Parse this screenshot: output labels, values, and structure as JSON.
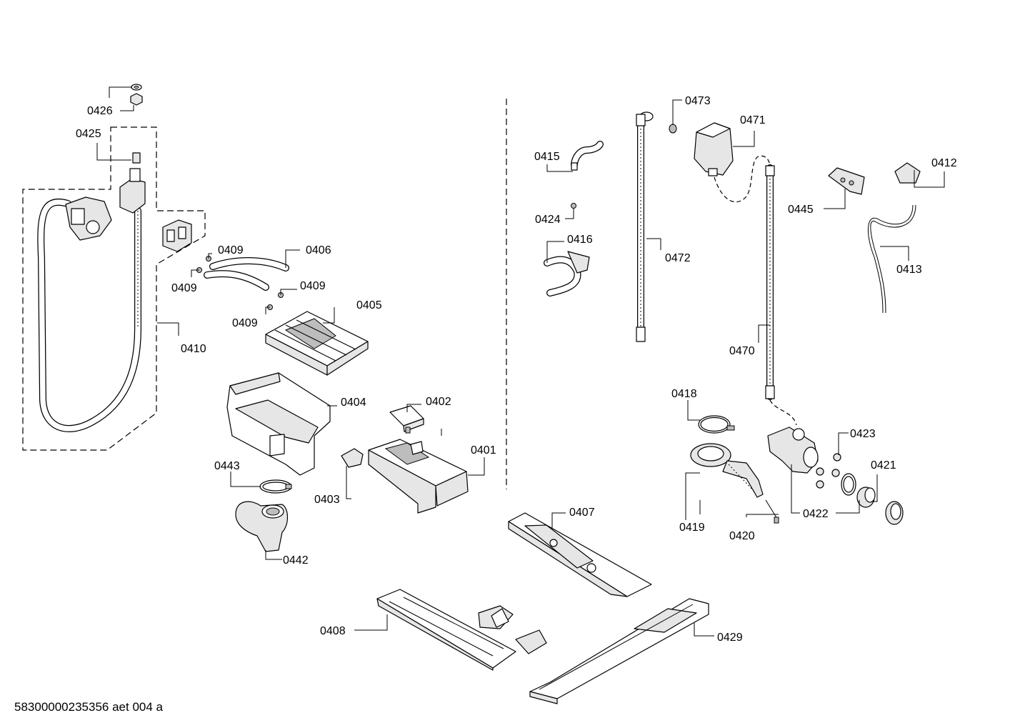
{
  "labels": {
    "l0426": "0426",
    "l0425": "0425",
    "l0410": "0410",
    "l0409a": "0409",
    "l0409b": "0409",
    "l0409c": "0409",
    "l0409d": "0409",
    "l0406": "0406",
    "l0405": "0405",
    "l0404": "0404",
    "l0402": "0402",
    "l0401": "0401",
    "l0403": "0403",
    "l0443": "0443",
    "l0442": "0442",
    "l0407": "0407",
    "l0408": "0408",
    "l0429": "0429",
    "l0415": "0415",
    "l0424": "0424",
    "l0416": "0416",
    "l0473": "0473",
    "l0472": "0472",
    "l0471": "0471",
    "l0470": "0470",
    "l0445": "0445",
    "l0412": "0412",
    "l0413": "0413",
    "l0418": "0418",
    "l0419": "0419",
    "l0420": "0420",
    "l0422": "0422",
    "l0423": "0423",
    "l0421": "0421"
  },
  "footer": {
    "drawing_id": "58300000235356 aet 004 a"
  }
}
